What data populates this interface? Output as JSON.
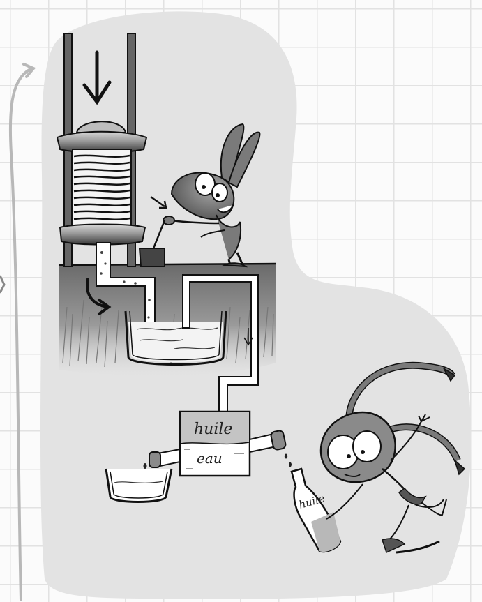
{
  "illustration": {
    "tank_top_label": "huile",
    "tank_bottom_label": "eau",
    "bottle_label": "huile"
  }
}
